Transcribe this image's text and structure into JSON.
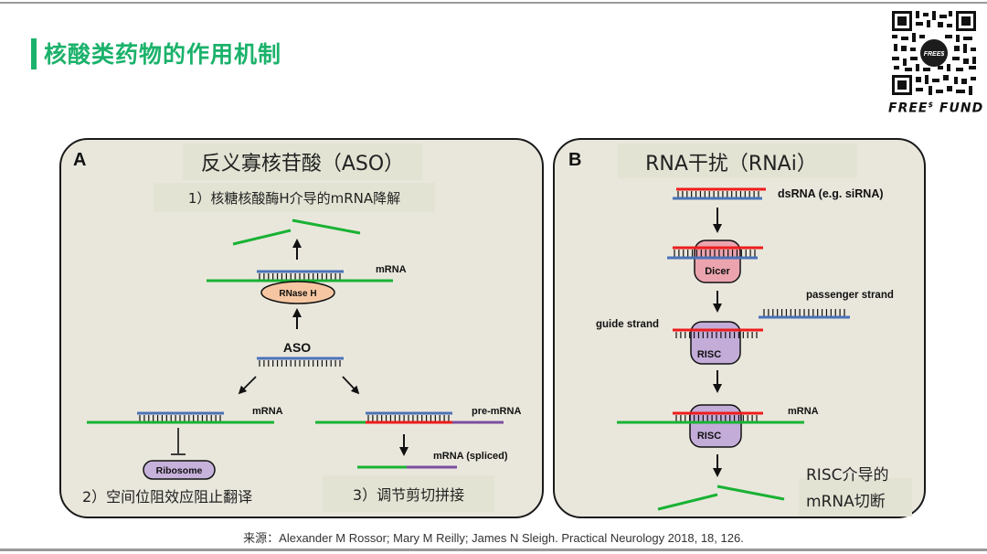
{
  "page": {
    "title": "核酸类药物的作用机制",
    "brand_left": "FREE",
    "brand_sup": "$",
    "brand_right": " FUND",
    "qr_center_text": "FREE$",
    "source": "来源：Alexander M Rossor; Mary M Reilly; James N Sleigh. Practical Neurology 2018, 18, 126."
  },
  "colors": {
    "accent": "#1bb26b",
    "panel_bg": "#e9e7dc",
    "title_bg": "#e2e3d3",
    "mrna": "#19b233",
    "aso": "#4a72b8",
    "sirna": "#ee1c1c",
    "intron": "#7a4fa0",
    "rnase": "#f6c6a2",
    "ribosome": "#c7b2db",
    "dicer": "#eba4ae",
    "risc": "#c3acd8"
  },
  "panel_a": {
    "letter": "A",
    "heading": "反义寡核苷酸（ASO）",
    "step1": "1）核糖核酸酶H介导的mRNA降解",
    "mrna_label": "mRNA",
    "enzyme": "RNase H",
    "aso_label": "ASO",
    "left_mrna_label": "mRNA",
    "ribosome": "Ribosome",
    "pre_mrna_label": "pre-mRNA",
    "spliced_label": "mRNA (spliced)",
    "step2": "2）空间位阻效应阻止翻译",
    "step3": "3）调节剪切拼接"
  },
  "panel_b": {
    "letter": "B",
    "heading": "RNA干扰（RNAi）",
    "dsrna_label": "dsRNA (e.g. siRNA)",
    "dicer": "Dicer",
    "passenger_label": "passenger strand",
    "guide_label": "guide strand",
    "risc1": "RISC",
    "mrna_label": "mRNA",
    "risc2": "RISC",
    "cleave_line1": "RISC介导的",
    "cleave_line2": "mRNA切断"
  }
}
